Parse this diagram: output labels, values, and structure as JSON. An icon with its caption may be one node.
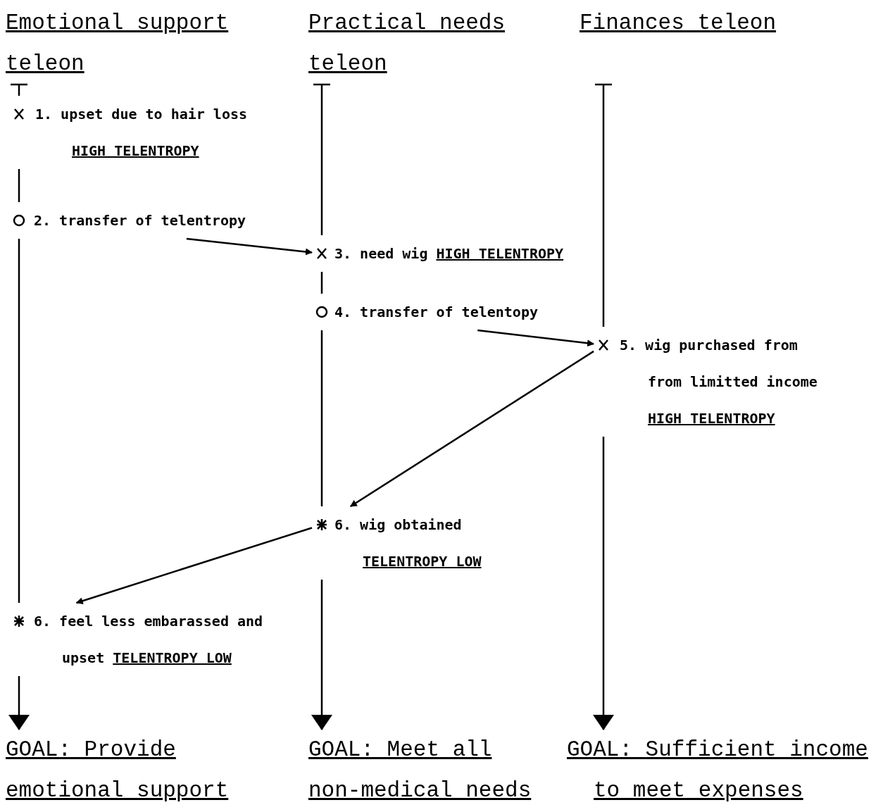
{
  "diagram": {
    "nodes": [
      {
        "text": [
          "Emotional support teleon"
        ]
      },
      {
        "text": [
          "Practical needs teleon"
        ]
      },
      {
        "text": [
          "Finances teleon"
        ]
      },
      {
        "text": [
          "1. upset due to hair loss",
          "HIGH TELENTROPY"
        ]
      },
      {
        "text": [
          "2. transfer of telentropy"
        ]
      },
      {
        "text": [
          "3. need wig",
          "HIGH TELENTROPY"
        ]
      },
      {
        "text": [
          "4. transfer of telentopy"
        ]
      },
      {
        "text": [
          "5. wig purchased from from limitted income",
          "HIGH TELENTROPY"
        ]
      },
      {
        "text": [
          "6. wig obtained",
          "TELENTROPY LOW"
        ]
      },
      {
        "text": [
          "6. feel less embarassed and upset",
          "TELENTROPY LOW"
        ]
      },
      {
        "text": [
          "GOAL: Provide emotional support"
        ]
      },
      {
        "text": [
          "GOAL: Meet all non-medical needs"
        ]
      },
      {
        "text": [
          "GOAL: Sufficient income to meet expenses"
        ]
      }
    ],
    "edges": [
      {
        "from": 0,
        "to": 3,
        "arrow": "none"
      },
      {
        "from": 3,
        "to": 4,
        "arrow": "none"
      },
      {
        "from": 4,
        "to": 9,
        "arrow": "none"
      },
      {
        "from": 9,
        "to": 10,
        "arrow": "to"
      },
      {
        "from": 1,
        "to": 5,
        "arrow": "none"
      },
      {
        "from": 5,
        "to": 6,
        "arrow": "none"
      },
      {
        "from": 6,
        "to": 8,
        "arrow": "none"
      },
      {
        "from": 8,
        "to": 11,
        "arrow": "to"
      },
      {
        "from": 2,
        "to": 7,
        "arrow": "none"
      },
      {
        "from": 7,
        "to": 12,
        "arrow": "to"
      },
      {
        "from": 4,
        "to": 5,
        "arrow": "to"
      },
      {
        "from": 6,
        "to": 7,
        "arrow": "to"
      },
      {
        "from": 7,
        "to": 8,
        "arrow": "to"
      },
      {
        "from": 8,
        "to": 9,
        "arrow": "to"
      }
    ]
  }
}
